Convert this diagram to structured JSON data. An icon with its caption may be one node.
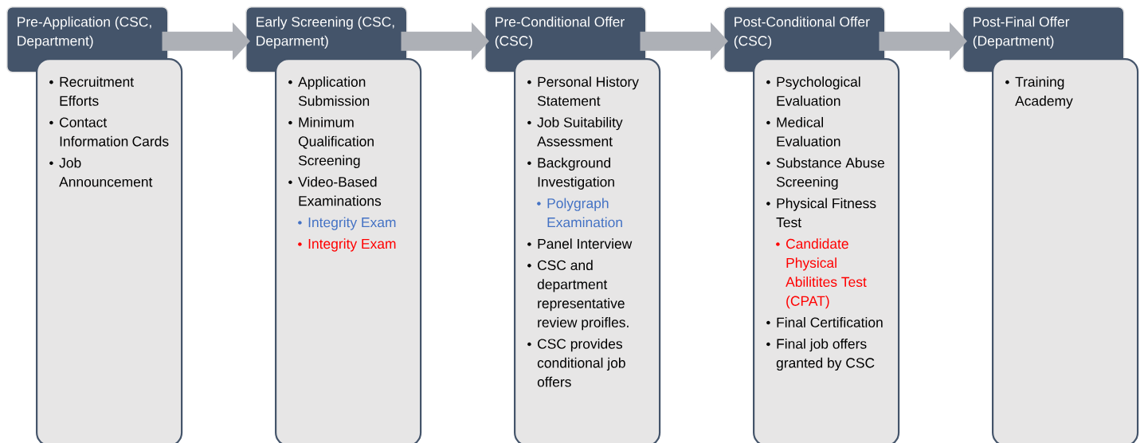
{
  "diagram": {
    "nodes": [
      {
        "text": [
          "Pre-Application (CSC, Department)"
        ]
      },
      {
        "text": [
          "Recruitment Efforts",
          "Contact Information Cards",
          "Job Announcement"
        ]
      },
      {
        "text": [
          "Early Screening (CSC, Deparment)"
        ]
      },
      {
        "text": [
          "Application Submission",
          "Minimum Qualification Screening",
          "Video-Based Examinations",
          "Integrity Exam",
          "Integrity Exam"
        ]
      },
      {
        "text": [
          "Pre-Conditional Offer (CSC)"
        ]
      },
      {
        "text": [
          "Personal History Statement",
          "Job Suitability Assessment",
          "Background Investigation",
          "Polygraph Examination",
          "Panel Interview",
          "CSC and department representative review proifles.",
          "CSC provides conditional job offers"
        ]
      },
      {
        "text": [
          "Post-Conditional Offer (CSC)"
        ]
      },
      {
        "text": [
          "Psychological Evaluation",
          "Medical Evaluation",
          "Substance Abuse Screening",
          "Physical Fitness Test",
          "Candidate Physical Abilitites Test (CPAT)",
          "Final Certification",
          "Final job offers granted by CSC"
        ]
      },
      {
        "text": [
          "Post-Final Offer (Department)"
        ]
      },
      {
        "text": [
          "Training Academy"
        ]
      }
    ],
    "edges": [
      {
        "from": 0,
        "to": 2,
        "arrow": "to"
      },
      {
        "from": 2,
        "to": 4,
        "arrow": "to"
      },
      {
        "from": 4,
        "to": 6,
        "arrow": "to"
      },
      {
        "from": 6,
        "to": 8,
        "arrow": "to"
      }
    ]
  }
}
